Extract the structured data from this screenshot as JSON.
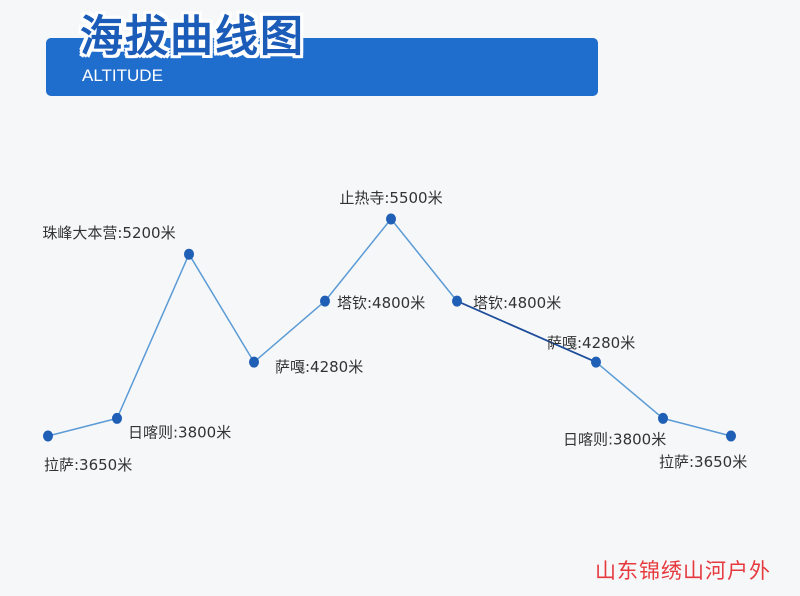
{
  "header": {
    "title": "海拔曲线图",
    "subtitle": "ALTITUDE"
  },
  "chart_data": {
    "type": "line",
    "title": "海拔曲线图",
    "subtitle": "ALTITUDE",
    "unit": "米",
    "categories": [
      "拉萨",
      "日喀则",
      "珠峰大本营",
      "萨嘎",
      "塔钦",
      "止热寺",
      "塔钦",
      "萨嘎",
      "日喀则",
      "拉萨"
    ],
    "values": [
      3650,
      3800,
      5200,
      4280,
      4800,
      5500,
      4800,
      4280,
      3800,
      3650
    ],
    "labels": [
      "拉萨:3650米",
      "日喀则:3800米",
      "珠峰大本营:5200米",
      "萨嘎:4280米",
      "塔钦:4800米",
      "止热寺:5500米",
      "塔钦:4800米",
      "萨嘎:4280米",
      "日喀则:3800米",
      "拉萨:3650米"
    ],
    "grid": false,
    "colors": {
      "line": "#5b9bd5",
      "highlight_segment": "#1f4e9c",
      "marker": "#1f5fb5"
    }
  },
  "footer": {
    "text": "山东锦绣山河户外"
  }
}
